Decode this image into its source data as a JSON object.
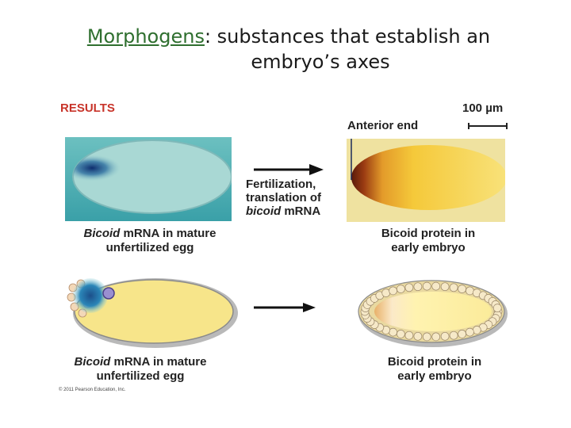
{
  "title": {
    "keyword": "Morphogens",
    "line1_rest": ": substances that establish an",
    "line2": "embryo’s axes"
  },
  "figure": {
    "results_label": "RESULTS",
    "anterior_label": "Anterior end",
    "scale_label": "100 µm",
    "arrow_text": {
      "line1": "Fertilization,",
      "line2": "translation of",
      "line3_italic": "bicoid",
      "line3_rest": " mRNA"
    },
    "top_left_caption": {
      "italic": "Bicoid",
      "line1_rest": " mRNA in mature",
      "line2": "unfertilized egg"
    },
    "top_right_caption": {
      "line1": "Bicoid protein in",
      "line2": "early embryo"
    },
    "bottom_left_caption": {
      "italic": "Bicoid",
      "line1_rest": " mRNA in mature",
      "line2": "unfertilized egg"
    },
    "bottom_right_caption": {
      "line1": "Bicoid protein in",
      "line2": "early embryo"
    },
    "copyright": "© 2011 Pearson Education, Inc."
  },
  "colors": {
    "title_keyword": "#2f6f2f",
    "results": "#c8342a",
    "photo_left_bg": "#5fb3b3",
    "photo_right_bg": "#f2e6a6",
    "egg_yellow": "#f7e58a",
    "mrna_blue": "#1c5a8f"
  }
}
